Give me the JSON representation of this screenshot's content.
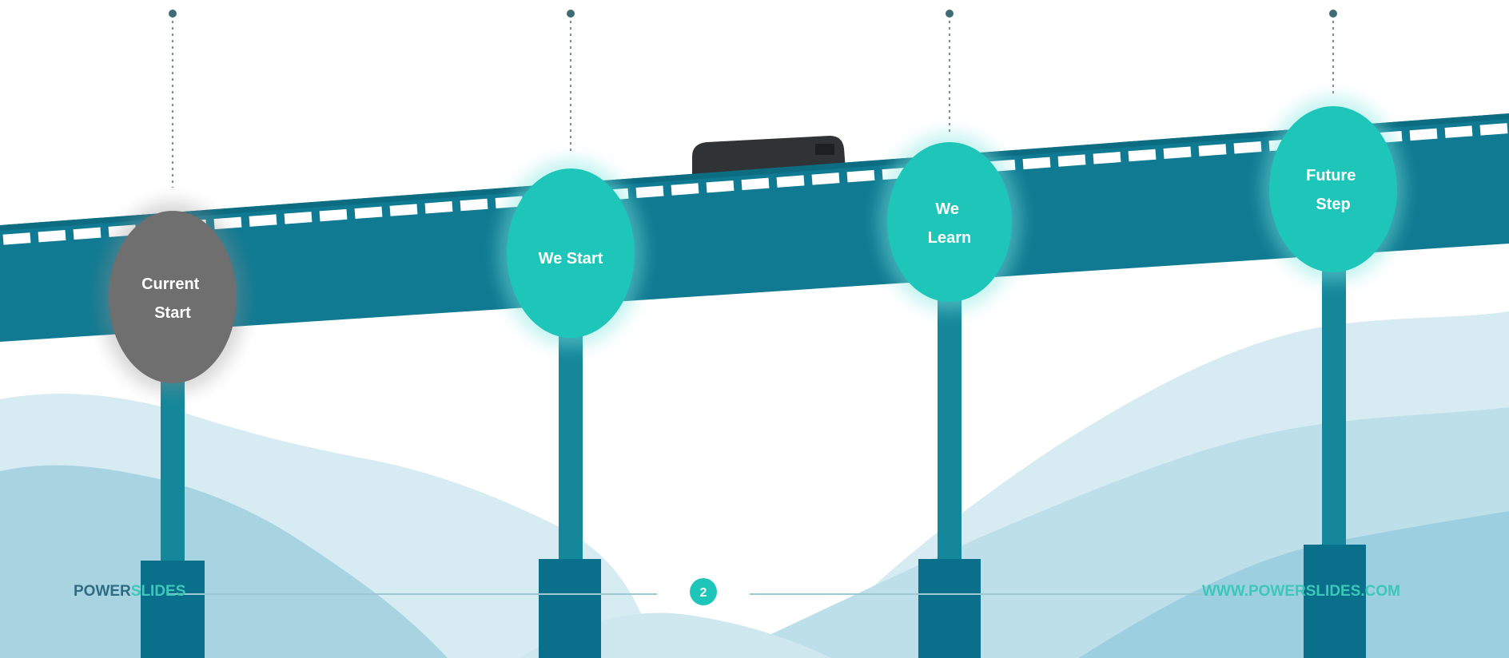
{
  "diagram": {
    "nodes": [
      {
        "lines": [
          "Current",
          "Start"
        ],
        "color": "#6f6f6f"
      },
      {
        "lines": [
          "We Start"
        ],
        "color": "#1ec6ba"
      },
      {
        "lines": [
          "We",
          "Learn"
        ],
        "color": "#1ec6ba"
      },
      {
        "lines": [
          "Future",
          "Step"
        ],
        "color": "#1ec6ba"
      }
    ],
    "bridge_color": "#0f7a92",
    "pillar_color": "#14879a",
    "base_color": "#0a6f8a",
    "train_color": "#2f3336"
  },
  "footer": {
    "brand_part1": "POWER",
    "brand_part2": "SLIDES",
    "page_number": "2",
    "url": "WWW.POWERSLIDES.COM"
  }
}
